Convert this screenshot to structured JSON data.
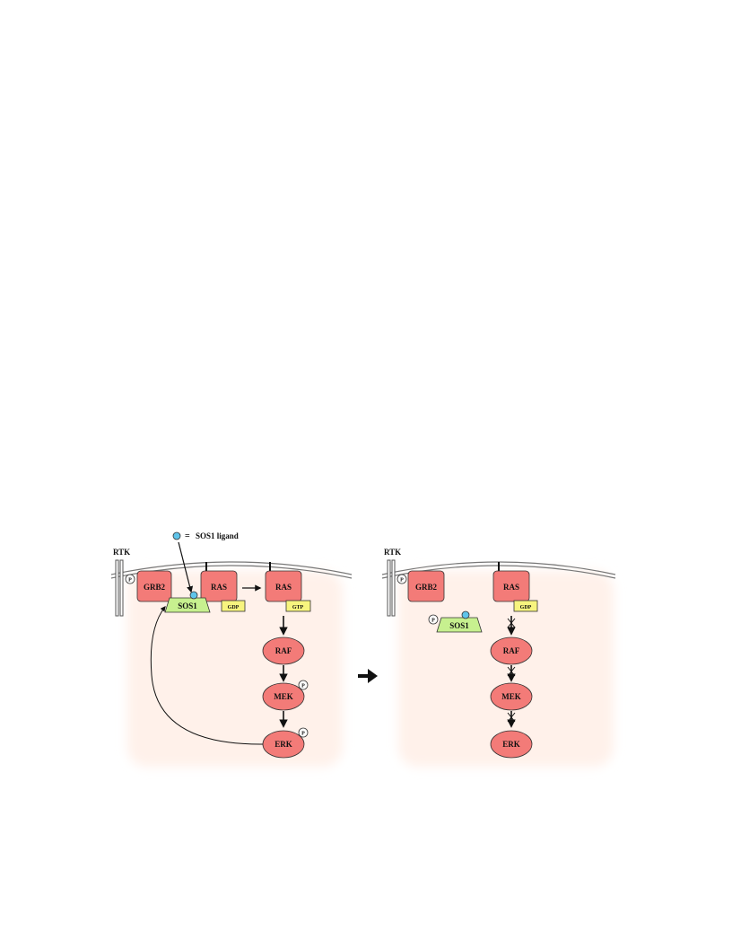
{
  "legend": {
    "symbol": "sos1-ligand-dot",
    "equals": "=",
    "text": "SOS1 ligand"
  },
  "left_panel": {
    "rtk": "RTK",
    "phospho": "P",
    "grb2": "GRB2",
    "sos1": "SOS1",
    "ras_gdp": "RAS",
    "gdp": "GDP",
    "ras_gtp": "RAS",
    "gtp": "GTP",
    "raf": "RAF",
    "mek": "MEK",
    "erk": "ERK"
  },
  "right_panel": {
    "rtk": "RTK",
    "phospho": "P",
    "grb2": "GRB2",
    "sos1": "SOS1",
    "ras": "RAS",
    "gdp": "GDP",
    "raf": "RAF",
    "mek": "MEK",
    "erk": "ERK"
  },
  "colors": {
    "protein": "#f37b78",
    "sos1": "#c7f08f",
    "nucleotide": "#f7f47e",
    "ligand": "#5fc4ea",
    "cytoplasm": "#fff3ee"
  }
}
